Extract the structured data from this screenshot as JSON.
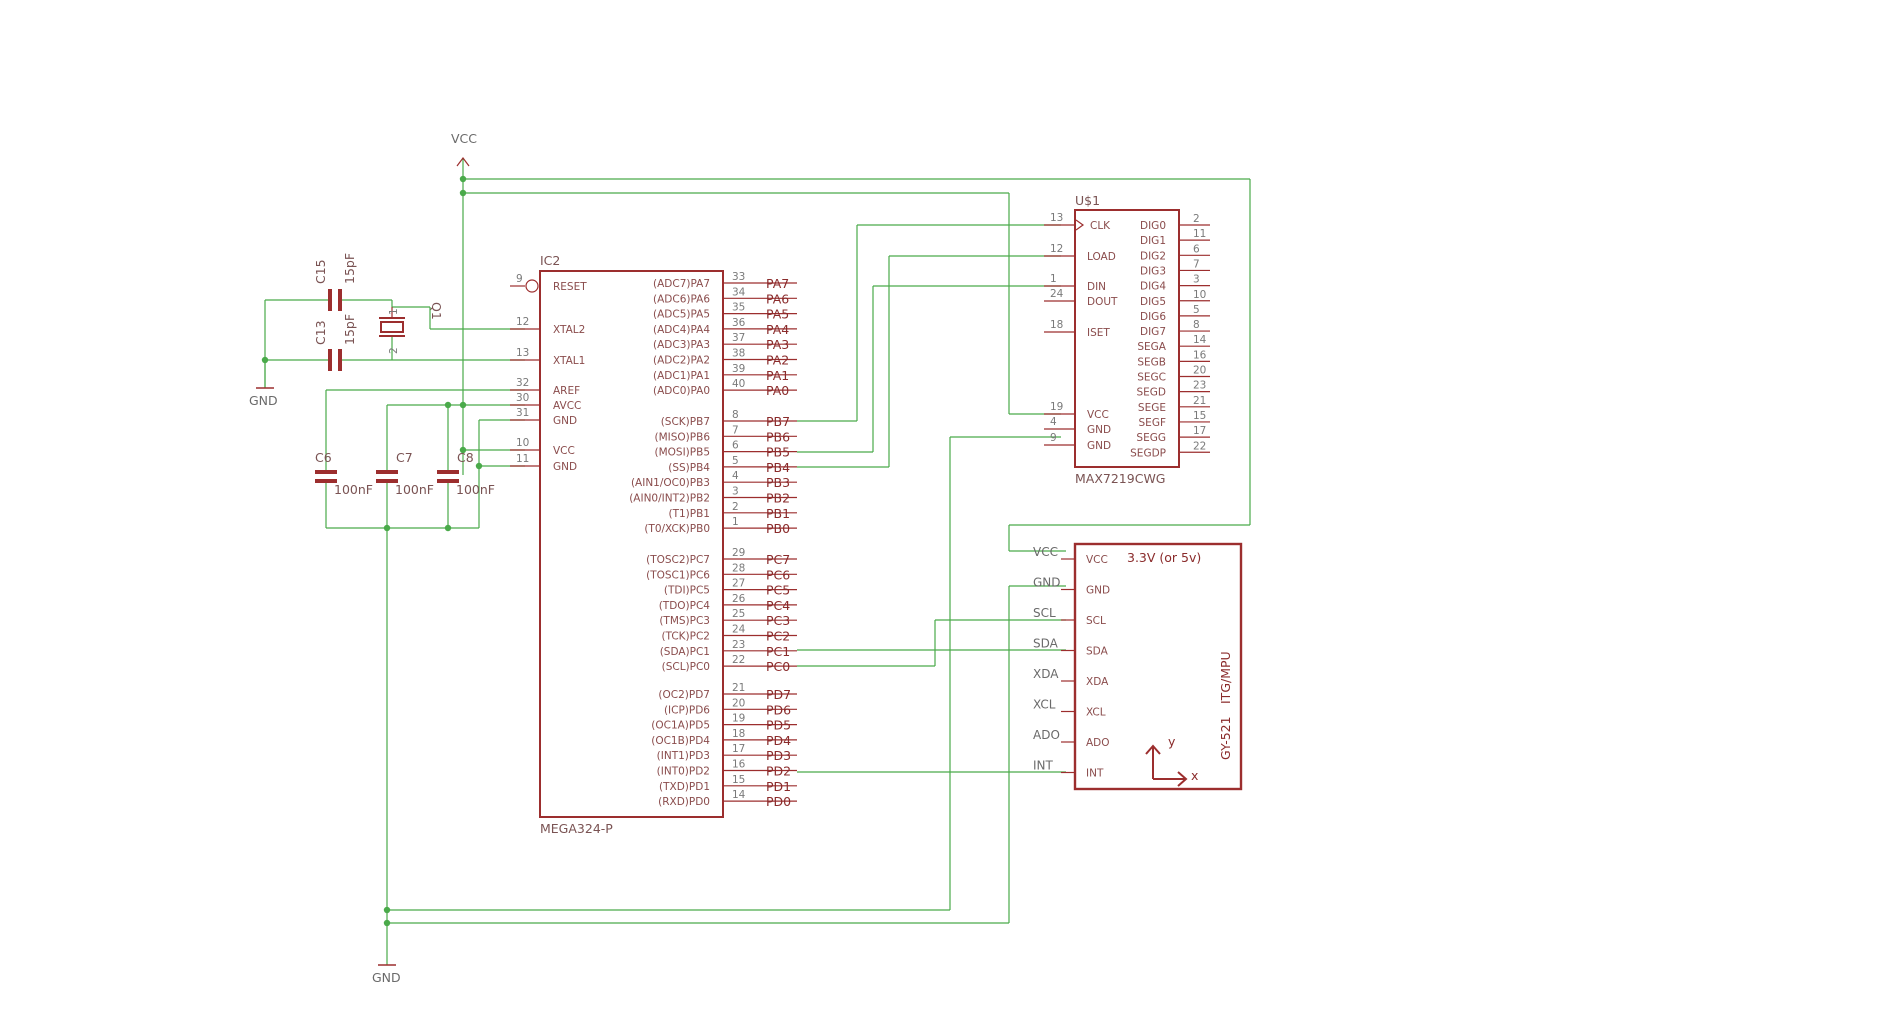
{
  "supply": {
    "vcc": "VCC",
    "gnd_left": "GND",
    "gnd_bottom": "GND"
  },
  "caps": {
    "c15": {
      "name": "C15",
      "value": "15pF"
    },
    "c13": {
      "name": "C13",
      "value": "15pF"
    },
    "c6": {
      "name": "C6",
      "value": "100nF"
    },
    "c7": {
      "name": "C7",
      "value": "100nF"
    },
    "c8": {
      "name": "C8",
      "value": "100nF"
    }
  },
  "crystal": {
    "name": "Q1",
    "pin1": "1",
    "pin2": "2"
  },
  "mcu": {
    "ref": "IC2",
    "part": "MEGA324-P",
    "left_pins": [
      {
        "num": "9",
        "label": "RESET"
      },
      {
        "num": "12",
        "label": "XTAL2"
      },
      {
        "num": "13",
        "label": "XTAL1"
      },
      {
        "num": "32",
        "label": "AREF"
      },
      {
        "num": "30",
        "label": "AVCC"
      },
      {
        "num": "31",
        "label": "GND"
      },
      {
        "num": "10",
        "label": "VCC"
      },
      {
        "num": "11",
        "label": "GND"
      }
    ],
    "right_pins": [
      {
        "num": "33",
        "func": "(ADC7)PA7",
        "port": "PA7"
      },
      {
        "num": "34",
        "func": "(ADC6)PA6",
        "port": "PA6"
      },
      {
        "num": "35",
        "func": "(ADC5)PA5",
        "port": "PA5"
      },
      {
        "num": "36",
        "func": "(ADC4)PA4",
        "port": "PA4"
      },
      {
        "num": "37",
        "func": "(ADC3)PA3",
        "port": "PA3"
      },
      {
        "num": "38",
        "func": "(ADC2)PA2",
        "port": "PA2"
      },
      {
        "num": "39",
        "func": "(ADC1)PA1",
        "port": "PA1"
      },
      {
        "num": "40",
        "func": "(ADC0)PA0",
        "port": "PA0"
      },
      {
        "num": "8",
        "func": "(SCK)PB7",
        "port": "PB7"
      },
      {
        "num": "7",
        "func": "(MISO)PB6",
        "port": "PB6"
      },
      {
        "num": "6",
        "func": "(MOSI)PB5",
        "port": "PB5"
      },
      {
        "num": "5",
        "func": "(SS)PB4",
        "port": "PB4"
      },
      {
        "num": "4",
        "func": "(AIN1/OC0)PB3",
        "port": "PB3"
      },
      {
        "num": "3",
        "func": "(AIN0/INT2)PB2",
        "port": "PB2"
      },
      {
        "num": "2",
        "func": "(T1)PB1",
        "port": "PB1"
      },
      {
        "num": "1",
        "func": "(T0/XCK)PB0",
        "port": "PB0"
      },
      {
        "num": "29",
        "func": "(TOSC2)PC7",
        "port": "PC7"
      },
      {
        "num": "28",
        "func": "(TOSC1)PC6",
        "port": "PC6"
      },
      {
        "num": "27",
        "func": "(TDI)PC5",
        "port": "PC5"
      },
      {
        "num": "26",
        "func": "(TDO)PC4",
        "port": "PC4"
      },
      {
        "num": "25",
        "func": "(TMS)PC3",
        "port": "PC3"
      },
      {
        "num": "24",
        "func": "(TCK)PC2",
        "port": "PC2"
      },
      {
        "num": "23",
        "func": "(SDA)PC1",
        "port": "PC1"
      },
      {
        "num": "22",
        "func": "(SCL)PC0",
        "port": "PC0"
      },
      {
        "num": "21",
        "func": "(OC2)PD7",
        "port": "PD7"
      },
      {
        "num": "20",
        "func": "(ICP)PD6",
        "port": "PD6"
      },
      {
        "num": "19",
        "func": "(OC1A)PD5",
        "port": "PD5"
      },
      {
        "num": "18",
        "func": "(OC1B)PD4",
        "port": "PD4"
      },
      {
        "num": "17",
        "func": "(INT1)PD3",
        "port": "PD3"
      },
      {
        "num": "16",
        "func": "(INT0)PD2",
        "port": "PD2"
      },
      {
        "num": "15",
        "func": "(TXD)PD1",
        "port": "PD1"
      },
      {
        "num": "14",
        "func": "(RXD)PD0",
        "port": "PD0"
      }
    ]
  },
  "driver": {
    "ref": "U$1",
    "part": "MAX7219CWG",
    "left_pins": [
      {
        "num": "13",
        "label": "CLK"
      },
      {
        "num": "12",
        "label": "LOAD"
      },
      {
        "num": "1",
        "label": "DIN"
      },
      {
        "num": "24",
        "label": "DOUT"
      },
      {
        "num": "18",
        "label": "ISET"
      },
      {
        "num": "19",
        "label": "VCC"
      },
      {
        "num": "4",
        "label": "GND"
      },
      {
        "num": "9",
        "label": "GND"
      }
    ],
    "right_pins": [
      {
        "num": "2",
        "label": "DIG0"
      },
      {
        "num": "11",
        "label": "DIG1"
      },
      {
        "num": "6",
        "label": "DIG2"
      },
      {
        "num": "7",
        "label": "DIG3"
      },
      {
        "num": "3",
        "label": "DIG4"
      },
      {
        "num": "10",
        "label": "DIG5"
      },
      {
        "num": "5",
        "label": "DIG6"
      },
      {
        "num": "8",
        "label": "DIG7"
      },
      {
        "num": "14",
        "label": "SEGA"
      },
      {
        "num": "16",
        "label": "SEGB"
      },
      {
        "num": "20",
        "label": "SEGC"
      },
      {
        "num": "23",
        "label": "SEGD"
      },
      {
        "num": "21",
        "label": "SEGE"
      },
      {
        "num": "15",
        "label": "SEGF"
      },
      {
        "num": "17",
        "label": "SEGG"
      },
      {
        "num": "22",
        "label": "SEGDP"
      }
    ]
  },
  "sensor": {
    "title": "3.3V (or 5v)",
    "name": "GY-521",
    "subtitle": "ITG/MPU",
    "axis_x": "x",
    "axis_y": "y",
    "pins": [
      {
        "net": "VCC",
        "label": "VCC"
      },
      {
        "net": "GND",
        "label": "GND"
      },
      {
        "net": "SCL",
        "label": "SCL"
      },
      {
        "net": "SDA",
        "label": "SDA"
      },
      {
        "net": "XDA",
        "label": "XDA"
      },
      {
        "net": "XCL",
        "label": "XCL"
      },
      {
        "net": "ADO",
        "label": "ADO"
      },
      {
        "net": "INT",
        "label": "INT"
      }
    ]
  }
}
